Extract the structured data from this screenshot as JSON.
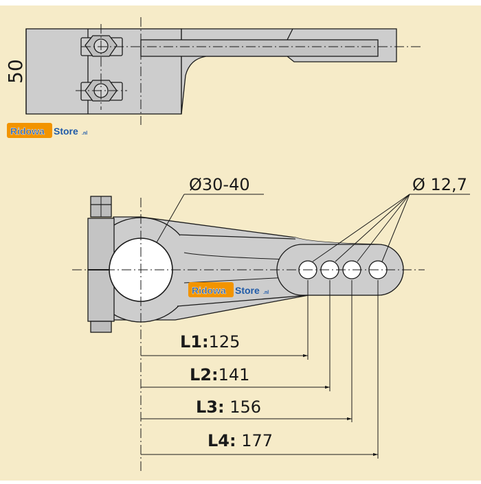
{
  "drawing": {
    "dim_height": "50",
    "bore_diameter": "Ø30-40",
    "hole_diameter": "Ø 12,7",
    "lengths": [
      {
        "label": "L1:",
        "value": "125"
      },
      {
        "label": "L2:",
        "value": "141"
      },
      {
        "label": "L3:",
        "value": " 156"
      },
      {
        "label": "L4:",
        "value": " 177"
      }
    ]
  },
  "branding": {
    "logo_part1": "Ridowa",
    "logo_part2": "Store",
    "logo_suffix": ".nl"
  },
  "colors": {
    "background": "#f6ebc8",
    "part_fill": "#cdcdcd",
    "part_fill_dark": "#b4b4b4",
    "line": "#1a1a1a",
    "logo_blue": "#1f5aa8",
    "logo_orange": "#f29400"
  }
}
